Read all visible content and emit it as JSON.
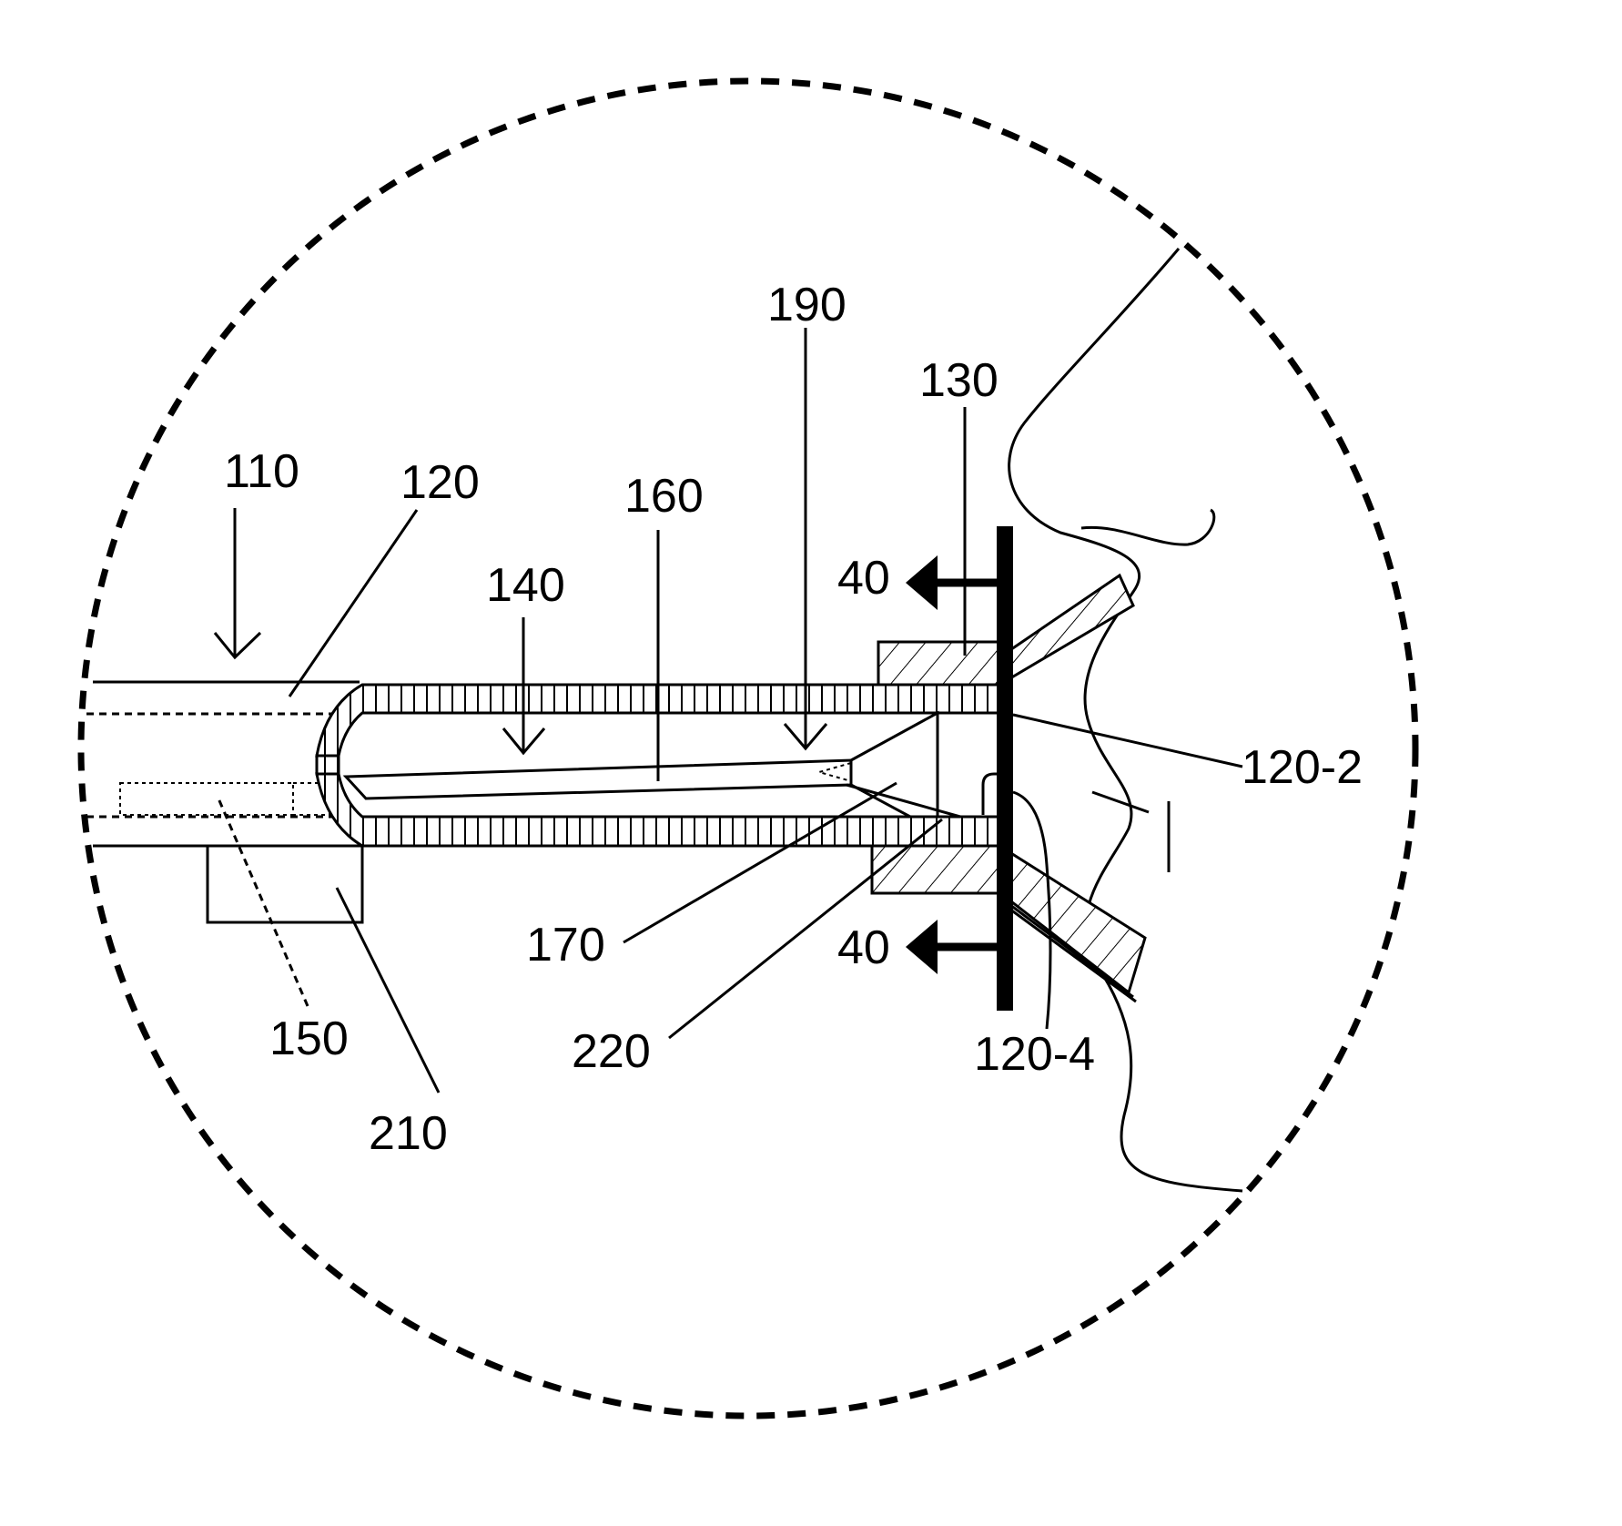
{
  "figure": {
    "labels": {
      "l110": "110",
      "l120": "120",
      "l160": "160",
      "l140": "140",
      "l190": "190",
      "l130": "130",
      "l40_top": "40",
      "l40_bottom": "40",
      "l120_2": "120-2",
      "l170": "170",
      "l220": "220",
      "l150": "150",
      "l210": "210",
      "l120_4": "120-4"
    }
  }
}
